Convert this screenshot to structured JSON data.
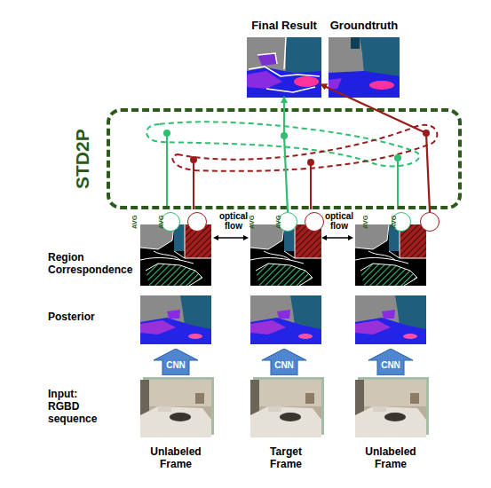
{
  "diagram": {
    "nodes": [
      {
        "text": [
          "Final Result"
        ]
      },
      {
        "text": [
          "Groundtruth"
        ]
      },
      {
        "text": [
          "STD2P"
        ]
      },
      {
        "text": [
          "AVG"
        ],
        "in": 2
      },
      {
        "text": [
          "AVG"
        ],
        "in": 2
      },
      {
        "text": [
          "AVG"
        ],
        "in": 2
      },
      {
        "text": [
          "AVG"
        ],
        "in": 2
      },
      {
        "text": [
          "AVG"
        ],
        "in": 2
      },
      {
        "text": [
          "AVG"
        ],
        "in": 2
      },
      {
        "text": [
          "CNN"
        ]
      },
      {
        "text": [
          "CNN"
        ]
      },
      {
        "text": [
          "CNN"
        ]
      },
      {
        "text": [
          "Unlabeled Frame"
        ]
      },
      {
        "text": [
          "Target Frame"
        ]
      },
      {
        "text": [
          "Unlabeled Frame"
        ]
      }
    ],
    "edges": [
      {
        "from": 5,
        "to": 0,
        "arrow": "to"
      },
      {
        "from": 8,
        "to": 0,
        "arrow": "to"
      }
    ],
    "labels": [
      "optical flow",
      "optical flow",
      "Region Correspondence",
      "Posterior",
      "Input: RGBD sequence"
    ]
  }
}
